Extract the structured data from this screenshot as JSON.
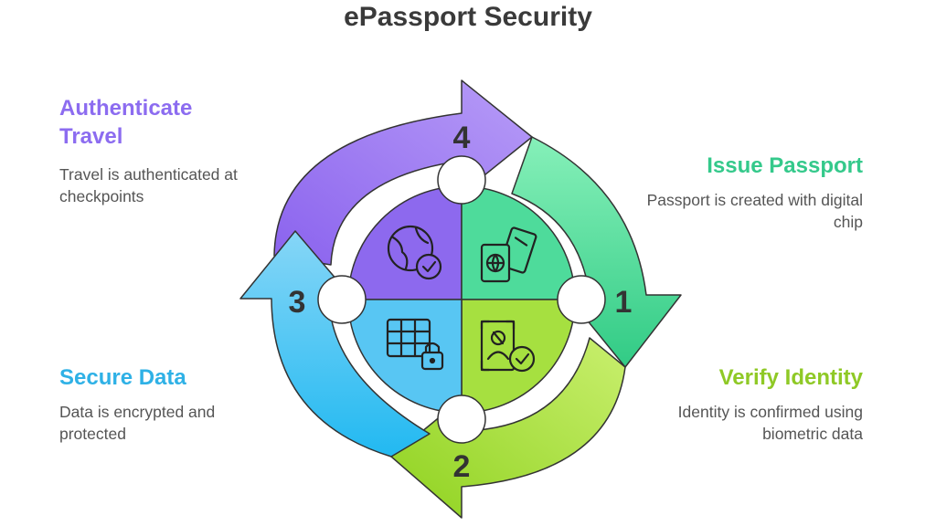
{
  "title": "ePassport Security",
  "steps": [
    {
      "number": "1",
      "title": "Issue Passport",
      "description": "Passport is created with digital chip",
      "color": "#4fdc9c",
      "icon": "passport-ticket-icon"
    },
    {
      "number": "2",
      "title": "Verify Identity",
      "description": "Identity is confirmed using biometric data",
      "color": "#a6e04a",
      "icon": "face-scan-check-icon"
    },
    {
      "number": "3",
      "title": "Secure Data",
      "description": "Data is encrypted and protected",
      "color": "#3fc3f3",
      "icon": "table-lock-icon"
    },
    {
      "number": "4",
      "title": "Authenticate Travel",
      "description": "Travel is authenticated at checkpoints",
      "color": "#9a7cf2",
      "icon": "globe-check-icon"
    }
  ]
}
